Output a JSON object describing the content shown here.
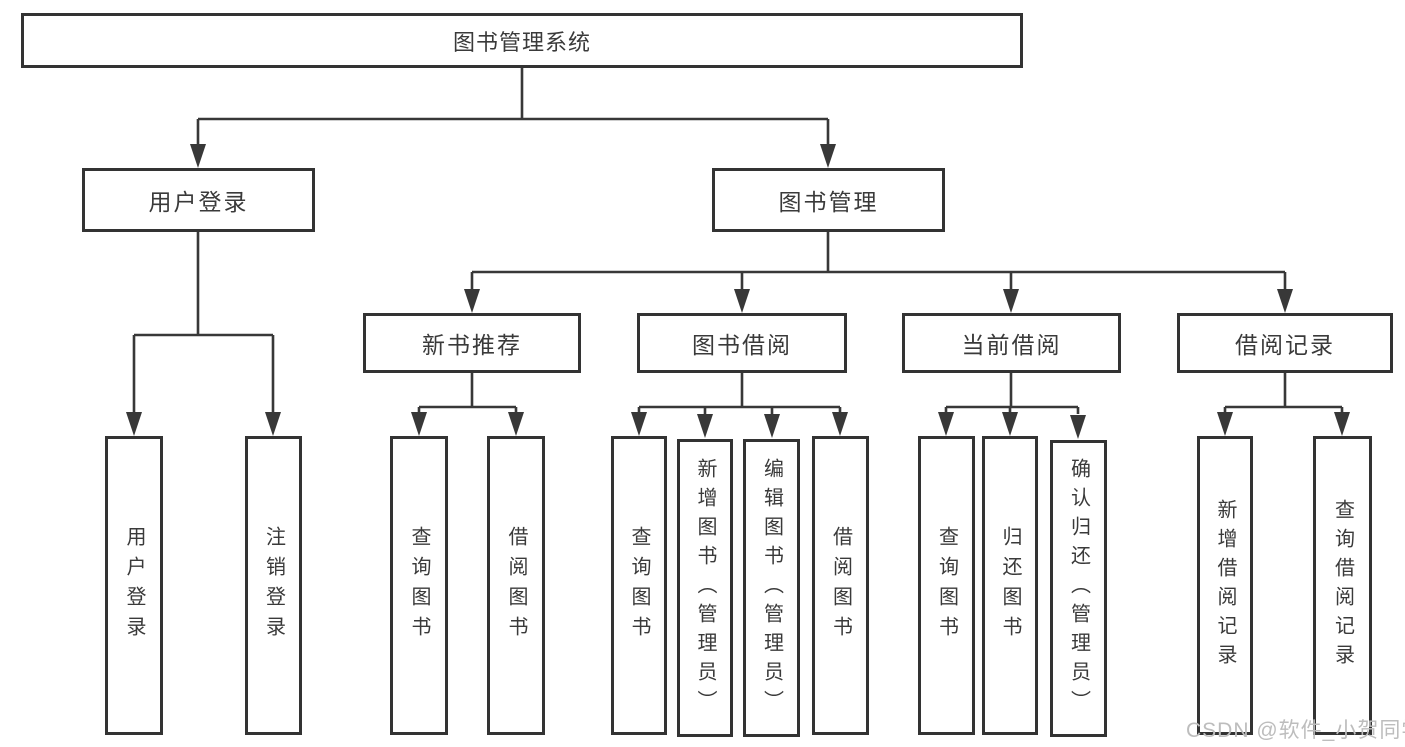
{
  "tree": {
    "root": {
      "label": "图书管理系统",
      "children": [
        {
          "label": "用户登录",
          "children": [
            {
              "label": "用户登录"
            },
            {
              "label": "注销登录"
            }
          ]
        },
        {
          "label": "图书管理",
          "children": [
            {
              "label": "新书推荐",
              "children": [
                {
                  "label": "查询图书"
                },
                {
                  "label": "借阅图书"
                }
              ]
            },
            {
              "label": "图书借阅",
              "children": [
                {
                  "label": "查询图书"
                },
                {
                  "label": "新增图书（管理员）"
                },
                {
                  "label": "编辑图书（管理员）"
                },
                {
                  "label": "借阅图书"
                }
              ]
            },
            {
              "label": "当前借阅",
              "children": [
                {
                  "label": "查询图书"
                },
                {
                  "label": "归还图书"
                },
                {
                  "label": "确认归还（管理员）"
                }
              ]
            },
            {
              "label": "借阅记录",
              "children": [
                {
                  "label": "新增借阅记录"
                },
                {
                  "label": "查询借阅记录"
                }
              ]
            }
          ]
        }
      ]
    }
  },
  "watermark": {
    "text": "CSDN @软件_小贺同学",
    "color": "#bdbdbd"
  },
  "colors": {
    "line": "#383838",
    "border": "#333333",
    "text": "#3a3a3a",
    "background": "#ffffff"
  }
}
